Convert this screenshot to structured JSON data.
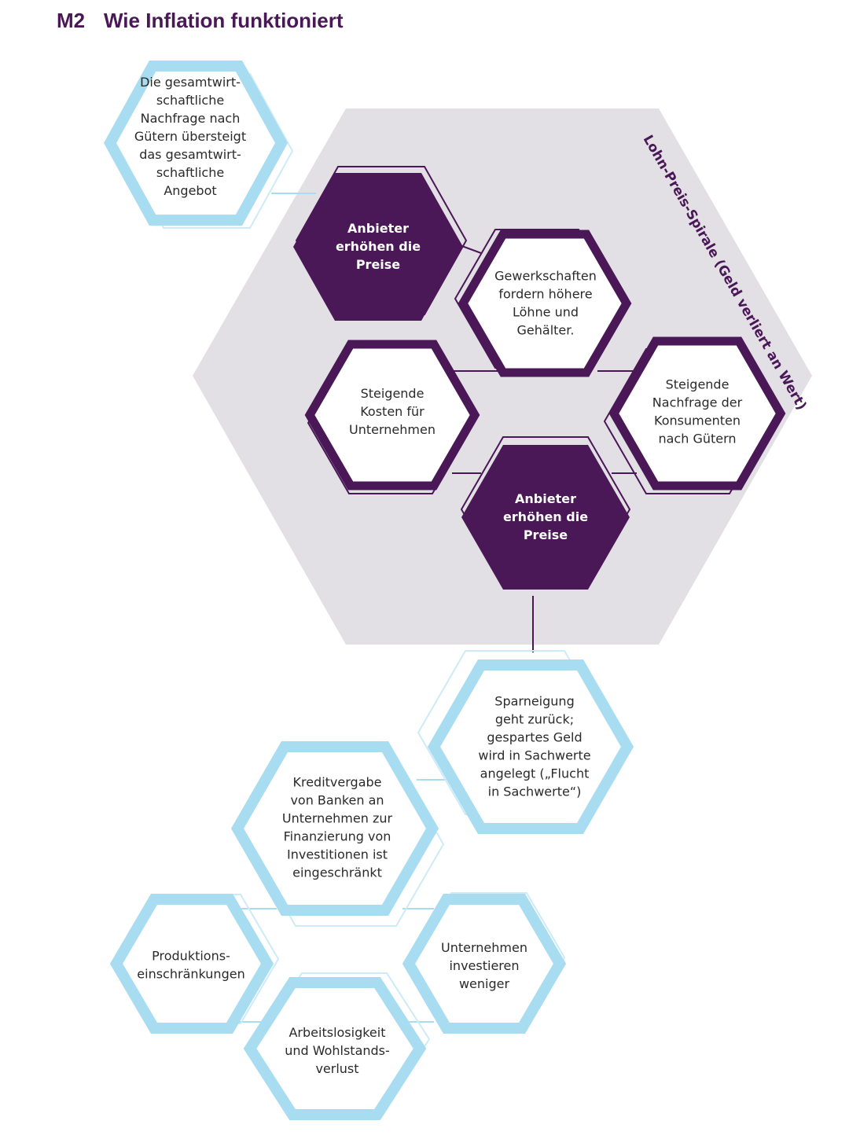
{
  "header": {
    "label": "M2",
    "title": "Wie Inflation funktioniert"
  },
  "spiral": {
    "label": "Lohn-Preis-Spirale (Geld verliert an Wert)"
  },
  "colors": {
    "purple": "#4a1757",
    "light_blue": "#a8dcf0",
    "pale_blue": "#cdebf7",
    "gray": "#e2e0e5",
    "title": "#4a1757"
  },
  "nodes": {
    "demand_exceeds_supply": {
      "lines": [
        "Die gesamtwirt-",
        "schaftliche",
        "Nachfrage nach",
        "Gütern übersteigt",
        "das gesamtwirt-",
        "schaftliche",
        "Angebot"
      ]
    },
    "suppliers_raise_prices_1": {
      "lines": [
        "Anbieter",
        "erhöhen die",
        "Preise"
      ]
    },
    "unions_demand_wages": {
      "lines": [
        "Gewerkschaften",
        "fordern höhere",
        "Löhne und",
        "Gehälter."
      ]
    },
    "rising_costs": {
      "lines": [
        "Steigende",
        "Kosten für",
        "Unternehmen"
      ]
    },
    "rising_consumer_demand": {
      "lines": [
        "Steigende",
        "Nachfrage der",
        "Konsumenten",
        "nach Gütern"
      ]
    },
    "suppliers_raise_prices_2": {
      "lines": [
        "Anbieter",
        "erhöhen die",
        "Preise"
      ]
    },
    "savings_decline": {
      "lines": [
        "Sparneigung",
        "geht zurück;",
        "gespartes Geld",
        "wird in Sachwerte",
        "angelegt („Flucht",
        "in Sachwerte“)"
      ]
    },
    "credit_restricted": {
      "lines": [
        "Kreditvergabe",
        "von Banken an",
        "Unternehmen zur",
        "Finanzierung von",
        "Investitionen ist",
        "eingeschränkt"
      ]
    },
    "production_limits": {
      "lines": [
        "Produktions-",
        "einschränkungen"
      ]
    },
    "companies_invest_less": {
      "lines": [
        "Unternehmen",
        "investieren",
        "weniger"
      ]
    },
    "unemployment": {
      "lines": [
        "Arbeitslosigkeit",
        "und Wohlstands-",
        "verlust"
      ]
    }
  }
}
